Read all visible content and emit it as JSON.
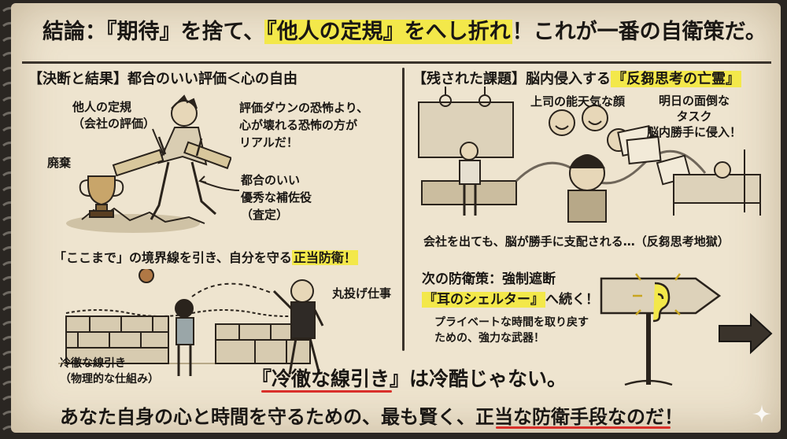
{
  "title": {
    "pre": "結論：『期待』を捨て、",
    "highlight": "『他人の定規』をへし折れ",
    "post": "！これが一番の自衛策だ。"
  },
  "left": {
    "header": "【決断と結果】都合のいい評価＜心の自由",
    "ruler_label_1": "他人の定規",
    "ruler_label_2": "（会社の評価）",
    "trash_label": "廃棄",
    "fear_1": "評価ダウンの恐怖より、",
    "fear_2": "心が壊れる恐怖の方が",
    "fear_3": "リアルだ！",
    "assist_1": "都合のいい",
    "assist_2": "優秀な補佐役",
    "assist_3": "（査定）",
    "boundary_pre": "「ここまで」の境界線を引き、自分を守る",
    "boundary_hl": "正当防衛！",
    "throw_label": "丸投げ仕事",
    "line_label_1": "冷徹な線引き",
    "line_label_2": "（物理的な仕組み）"
  },
  "right": {
    "header_pre": "【残された課題】脳内侵入する",
    "header_hl": "『反芻思考の亡霊』",
    "boss_face": "上司の能天気な顔",
    "task_1": "明日の面倒な",
    "task_2": "タスク",
    "task_3": "脳内勝手に侵入！",
    "caption": "会社を出ても、脳が勝手に支配される…（反芻思考地獄）",
    "next_1": "次の防衛策：強制遮断",
    "next_hl": "『耳のシェルター』",
    "next_post": "へ続く！",
    "private_1": "プライベートな時間を取り戻す",
    "private_2": "ための、強力な武器！"
  },
  "bottom": {
    "line1_a": "『冷徹な線引き』",
    "line1_b": "は冷酷じゃない。",
    "line2_a": "あなた自身の心と時間を守るための、最も賢く、",
    "line2_b": "正当な",
    "line2_c": "防衛手段",
    "line2_d": "なのだ！"
  },
  "colors": {
    "paper": "#eee4cf",
    "ink": "#1a1714",
    "highlight": "#f3e84a",
    "underline": "#d9302a"
  }
}
